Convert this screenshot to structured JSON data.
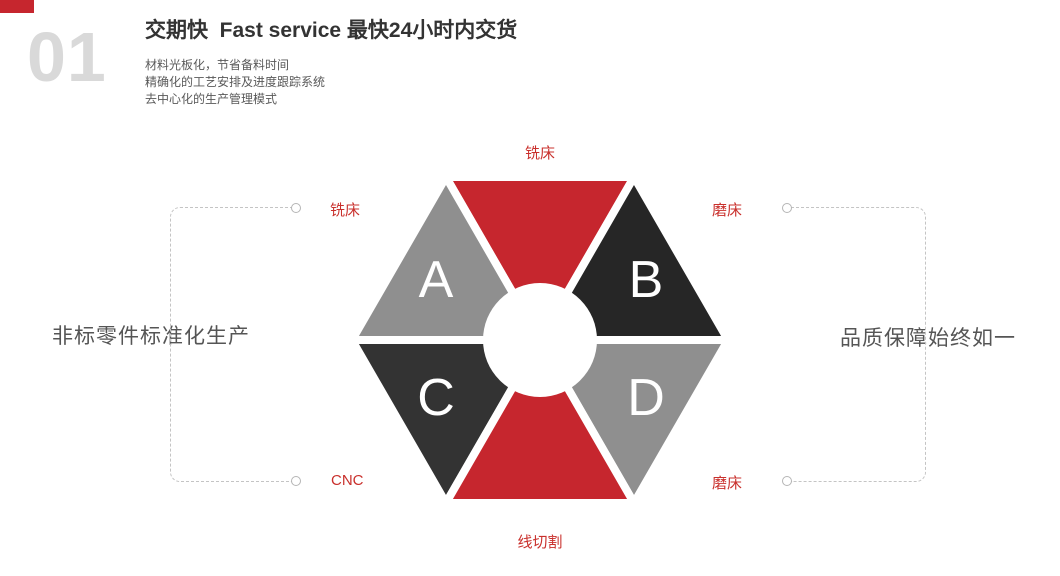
{
  "page": {
    "section_number": "01",
    "title": "交期快  Fast service 最快24小时内交货",
    "subtitle_lines": [
      "材料光板化，节省备料时间",
      "精确化的工艺安排及进度跟踪系统",
      "去中心化的生产管理模式"
    ]
  },
  "side_labels": {
    "left": "非标零件标准化生产",
    "right": "品质保障始终如一"
  },
  "diagram": {
    "segments": [
      {
        "position": "top",
        "label": "铣床",
        "letter": "",
        "color": "#c6262e"
      },
      {
        "position": "top-left",
        "label": "铣床",
        "letter": "A",
        "color": "#8f8f8f"
      },
      {
        "position": "top-right",
        "label": "磨床",
        "letter": "B",
        "color": "#262626"
      },
      {
        "position": "bottom-left",
        "label": "CNC",
        "letter": "C",
        "color": "#333333"
      },
      {
        "position": "bottom-right",
        "label": "磨床",
        "letter": "D",
        "color": "#8f8f8f"
      },
      {
        "position": "bottom",
        "label": "线切割",
        "letter": "",
        "color": "#c6262e"
      }
    ]
  },
  "colors": {
    "accent_red": "#c6262e",
    "label_red": "#c9302c",
    "number_gray": "#d9d9d9",
    "dark_segment": "#2b2b2b",
    "gray_segment": "#8f8f8f"
  }
}
